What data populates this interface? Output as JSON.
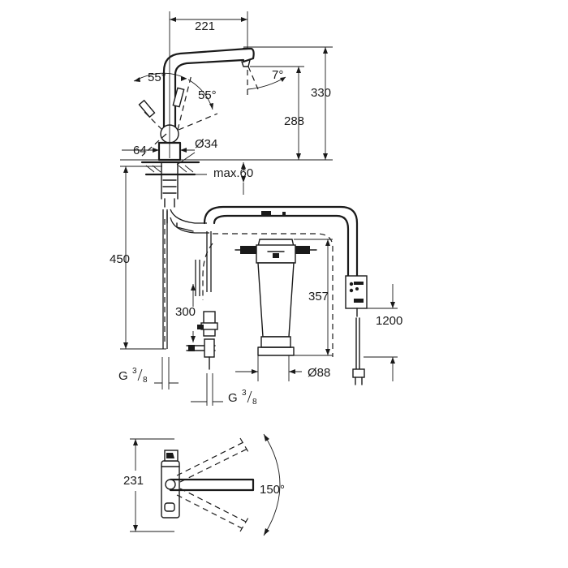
{
  "dimensions": {
    "spout_reach": "221",
    "top_angle": "55°",
    "side_angle": "55°",
    "spout_tilt": "7°",
    "total_height": "330",
    "spout_height": "288",
    "base_diameter": "64",
    "hole_diameter": "Ø34",
    "max_thickness": "max.60",
    "hose_length": "450",
    "filter_height": "357",
    "valve_offset": "300",
    "cable_length": "1200",
    "filter_diameter": "Ø88",
    "swivel_angle": "150°",
    "base_height": "231"
  },
  "threads": {
    "left": {
      "prefix": "G ",
      "num": "3",
      "den": "8"
    },
    "right": {
      "prefix": "G ",
      "num": "3",
      "den": "8"
    }
  }
}
